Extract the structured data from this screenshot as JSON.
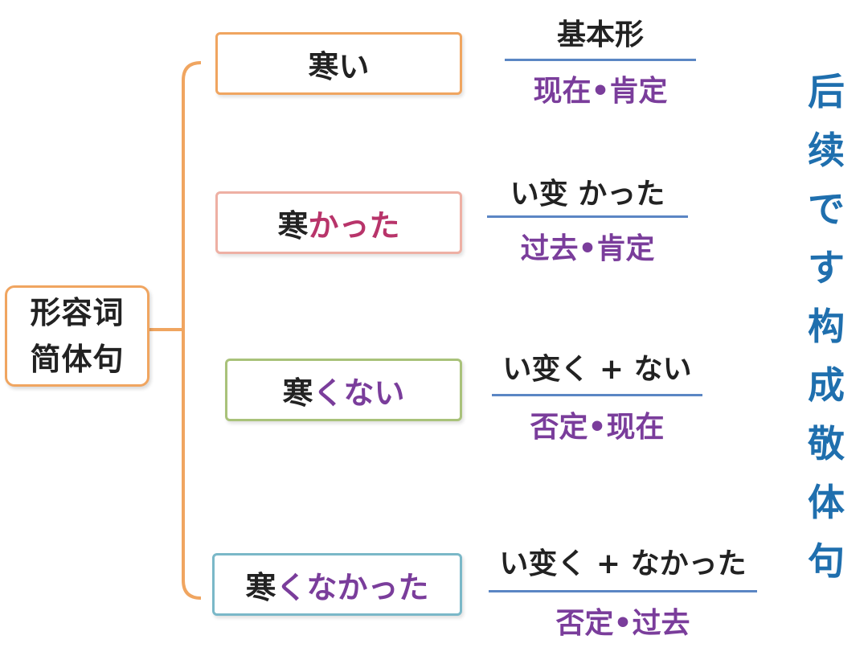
{
  "root": {
    "line1": "形容词",
    "line2": "简体句"
  },
  "forms": [
    {
      "stem": "寒",
      "suffix": "い",
      "rule_top": "基本形",
      "rule_bottom": "现在•肯定",
      "border": "#f0a560"
    },
    {
      "stem": "寒",
      "suffix": "かった",
      "rule_top": "い变 かった",
      "rule_bottom": "过去•肯定",
      "border": "#eeb0a4"
    },
    {
      "stem": "寒",
      "suffix": "くない",
      "rule_top": "い变く + ない",
      "rule_bottom": "否定•现在",
      "border": "#a9c27a"
    },
    {
      "stem": "寒",
      "suffix": "くなかった",
      "rule_top": "い变く + なかった",
      "rule_bottom": "否定•过去",
      "border": "#7ab8c8"
    }
  ],
  "side_note": [
    "后",
    "续",
    "で",
    "す",
    "构",
    "成",
    "敬",
    "体",
    "句"
  ],
  "colors": {
    "root_border": "#f0a560",
    "rule_line": "#5b86c4",
    "rule_bottom_text": "#7a3d9b",
    "side_note_text": "#1f6fae"
  }
}
